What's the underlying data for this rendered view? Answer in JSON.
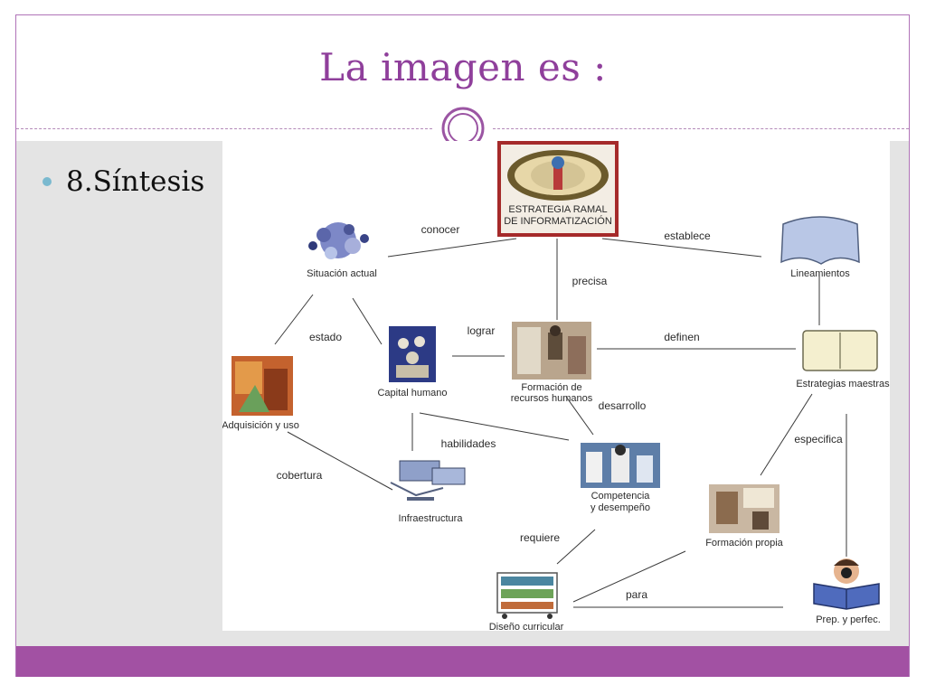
{
  "slide": {
    "title": "La imagen es :",
    "bullet": "8.Síntesis"
  },
  "diagram": {
    "nodes": {
      "strategy_line1": "ESTRATEGIA RAMAL",
      "strategy_line2": "DE INFORMATIZACIÓN",
      "situacion": "Situación actual",
      "lineamientos": "Lineamientos",
      "capital": "Capital humano",
      "formacion_rh_line1": "Formación de",
      "formacion_rh_line2": "recursos humanos",
      "estrategias": "Estrategias maestras",
      "adquisicion": "Adquisición y uso",
      "infraestructura": "Infraestructura",
      "competencia_line1": "Competencia",
      "competencia_line2": "y desempeño",
      "formacion_propia": "Formación propia",
      "diseno": "Diseño curricular",
      "prep": "Prep. y perfec."
    },
    "edges": {
      "conocer": "conocer",
      "establece": "establece",
      "precisa": "precisa",
      "estado": "estado",
      "lograr": "lograr",
      "definen": "definen",
      "desarrollo": "desarrollo",
      "habilidades": "habilidades",
      "especifica": "especifica",
      "cobertura": "cobertura",
      "requiere": "requiere",
      "para": "para"
    }
  },
  "colors": {
    "accent": "#8f3f9b",
    "bar": "#a251a3",
    "bullet": "#7ab9cf",
    "panel": "#e4e4e4"
  }
}
